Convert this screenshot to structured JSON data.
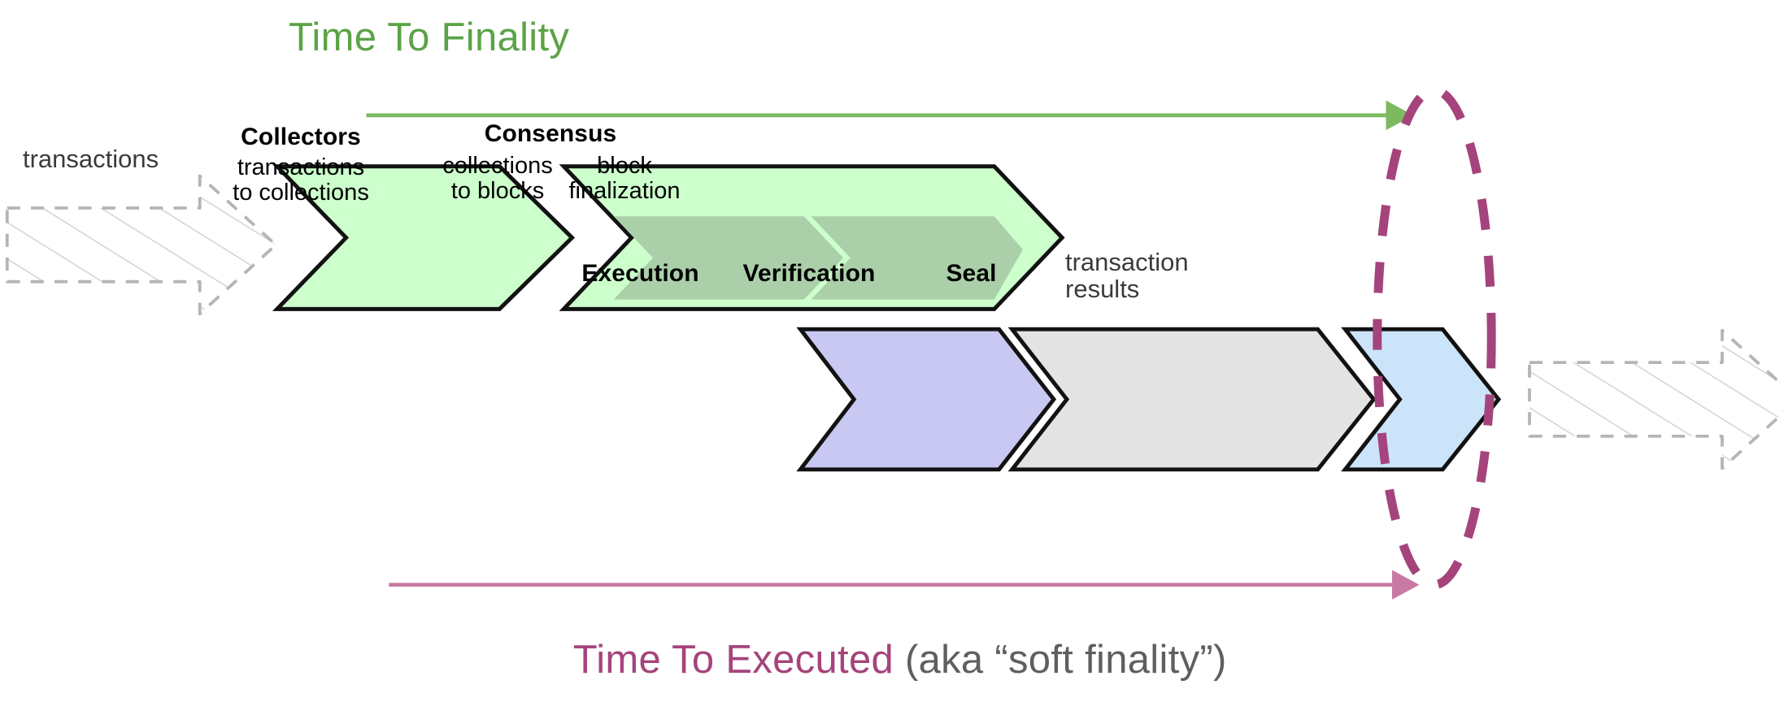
{
  "diagram": {
    "title_top": "Time To Finality",
    "title_bottom_primary": "Time To Executed",
    "title_bottom_secondary": " (aka “soft finality”)",
    "input_label": "transactions",
    "output_label_line1": "transaction",
    "output_label_line2": "results"
  },
  "colors": {
    "green_accent": "#5ba346",
    "magenta_accent": "#a5447c",
    "pink_arrow": "#c87aa4",
    "green_fill": "#ccffcc",
    "green_sub_fill": "#adceab",
    "purple_fill": "#c9c8f2",
    "gray_fill": "#e3e3e3",
    "blue_fill": "#cce4fa",
    "ghost_stroke": "#b9b9b9",
    "outline": "#111111"
  },
  "pipeline": {
    "top_row": [
      {
        "id": "collectors",
        "title": "Collectors",
        "sub_line1": "transactions",
        "sub_line2": "to collections",
        "fill": "#ccffcc"
      },
      {
        "id": "consensus",
        "title": "Consensus",
        "fill": "#ccffcc",
        "substeps": [
          {
            "id": "collections-to-blocks",
            "line1": "collections",
            "line2": "to blocks"
          },
          {
            "id": "block-finalization",
            "line1": "block",
            "line2": "finalization"
          }
        ]
      }
    ],
    "bottom_row": [
      {
        "id": "execution",
        "title": "Execution",
        "fill": "#c9c8f2"
      },
      {
        "id": "verification",
        "title": "Verification",
        "fill": "#e3e3e3"
      },
      {
        "id": "seal",
        "title": "Seal",
        "fill": "#cce4fa"
      }
    ]
  },
  "annotations": {
    "finality_arrow": "time-to-finality-arrow",
    "executed_arrow": "time-to-executed-arrow",
    "highlight_ellipse": "finality-boundary-ellipse"
  }
}
